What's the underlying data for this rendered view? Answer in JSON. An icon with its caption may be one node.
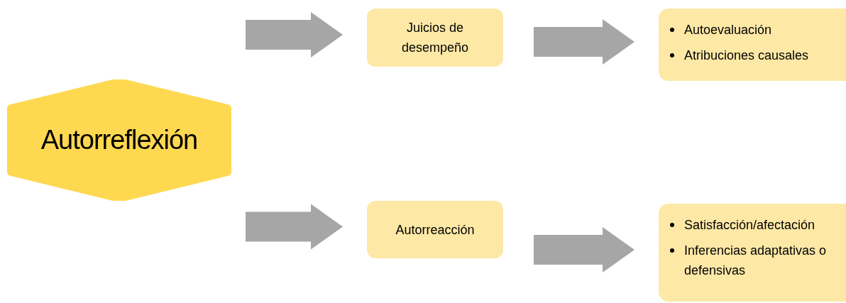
{
  "diagram": {
    "nodes": [
      {
        "text": [
          "Autorreflexión"
        ]
      },
      {
        "text": [
          "Juicios de desempeño"
        ]
      },
      {
        "text": [
          "Autoevaluación",
          "Atribuciones causales"
        ]
      },
      {
        "text": [
          "Autorreacción"
        ]
      },
      {
        "text": [
          "Satisfacción/afectación",
          "Inferencias adaptativas o defensivas"
        ]
      }
    ],
    "edges": [
      {
        "from": 0,
        "to": 1,
        "arrow": "to"
      },
      {
        "from": 1,
        "to": 2,
        "arrow": "to"
      },
      {
        "from": 0,
        "to": 3,
        "arrow": "to"
      },
      {
        "from": 3,
        "to": 4,
        "arrow": "to"
      }
    ]
  }
}
